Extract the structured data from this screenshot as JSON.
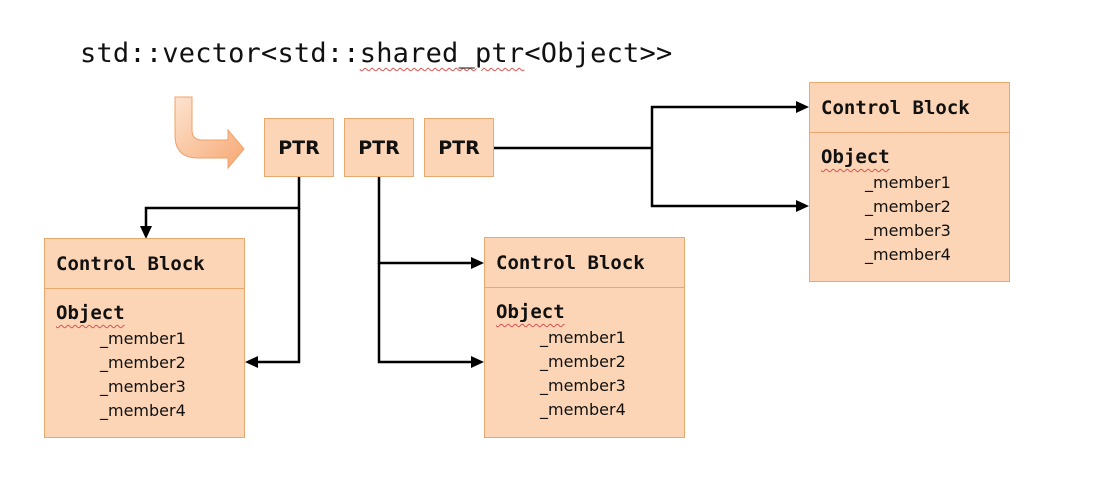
{
  "title": {
    "prefix": "std::vector<std::",
    "underlined": "shared_ptr",
    "suffix": "<Object>>"
  },
  "ptrs": [
    "PTR",
    "PTR",
    "PTR"
  ],
  "blocks": [
    {
      "control": "Control Block",
      "object": "Object",
      "members": [
        "_member1",
        "_member2",
        "_member3",
        "_member4"
      ]
    },
    {
      "control": "Control Block",
      "object": "Object",
      "members": [
        "_member1",
        "_member2",
        "_member3",
        "_member4"
      ]
    },
    {
      "control": "Control Block",
      "object": "Object",
      "members": [
        "_member1",
        "_member2",
        "_member3",
        "_member4"
      ]
    }
  ],
  "colors": {
    "box_fill": "#fbd5b5",
    "box_border": "#e8a86e",
    "arrow_gradient": [
      "#fde3cf",
      "#f7a873"
    ],
    "spellcheck_underline": "#d9534f"
  }
}
